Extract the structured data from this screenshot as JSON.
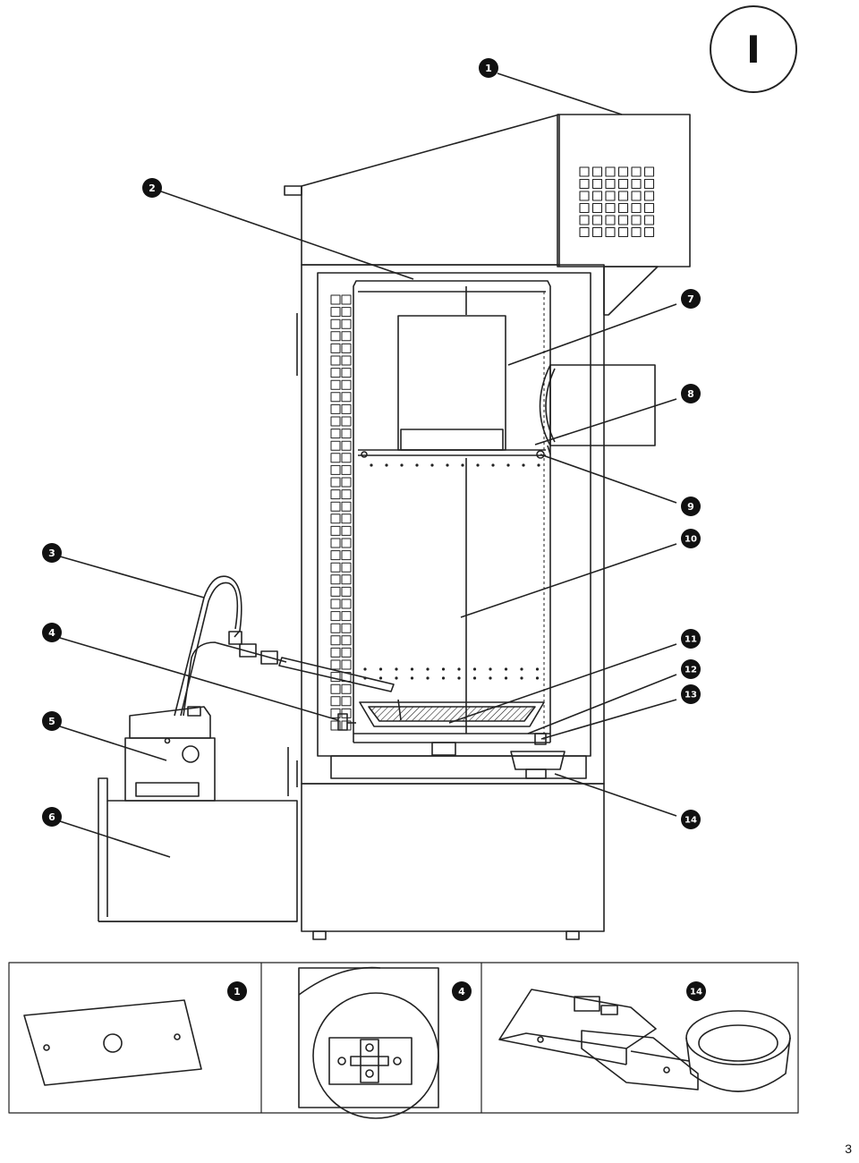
{
  "section_marker": "I",
  "callouts": [
    "1",
    "2",
    "3",
    "4",
    "5",
    "6",
    "7",
    "8",
    "9",
    "10",
    "11",
    "12",
    "13",
    "14"
  ],
  "details": [
    "1",
    "4",
    "14"
  ],
  "page_number": "3"
}
